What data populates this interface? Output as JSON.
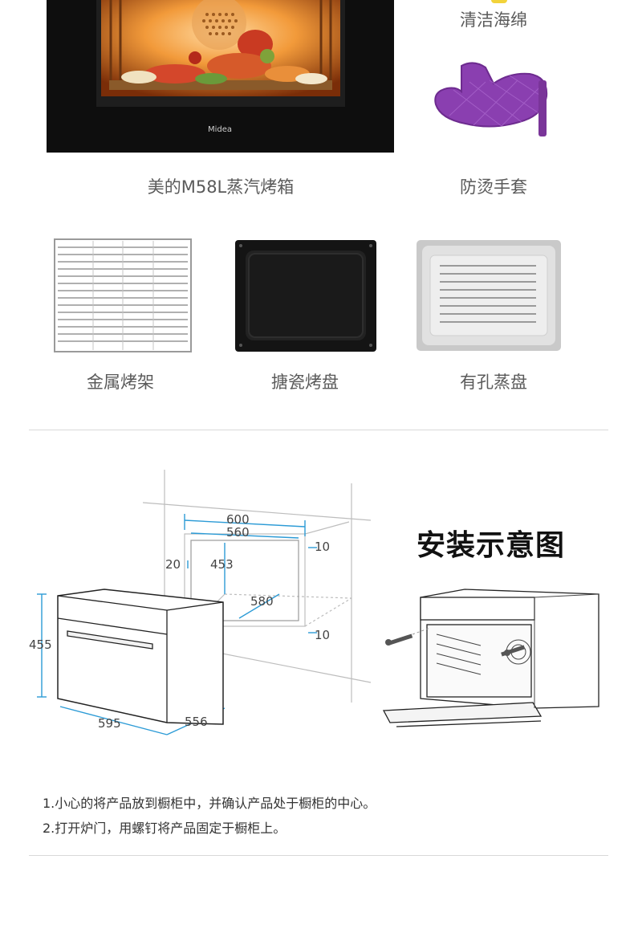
{
  "accessories": {
    "oven_label": "美的M58L蒸汽烤箱",
    "oven_logo": "Midea",
    "sponge_label": "清洁海绵",
    "glove_label": "防烫手套",
    "rack_label": "金属烤架",
    "enamel_tray_label": "搪瓷烤盘",
    "perforated_tray_label": "有孔蒸盘"
  },
  "installation": {
    "title": "安装示意图",
    "dimensions": {
      "cabinet_width_outer": "600",
      "cabinet_width_inner": "560",
      "cabinet_height": "453",
      "cabinet_depth": "580",
      "top_gap": "10",
      "bottom_gap": "10",
      "side_gap": "20",
      "oven_height": "455",
      "oven_width": "595",
      "oven_depth": "556"
    },
    "steps": [
      "1.小心的将产品放到橱柜中，并确认产品处于橱柜的中心。",
      "2.打开炉门，用螺钉将产品固定于橱柜上。"
    ]
  },
  "colors": {
    "dimension_blue": "#2c9bd6",
    "oven_black": "#0e0e0e",
    "glove_purple": "#8a3fb0"
  }
}
